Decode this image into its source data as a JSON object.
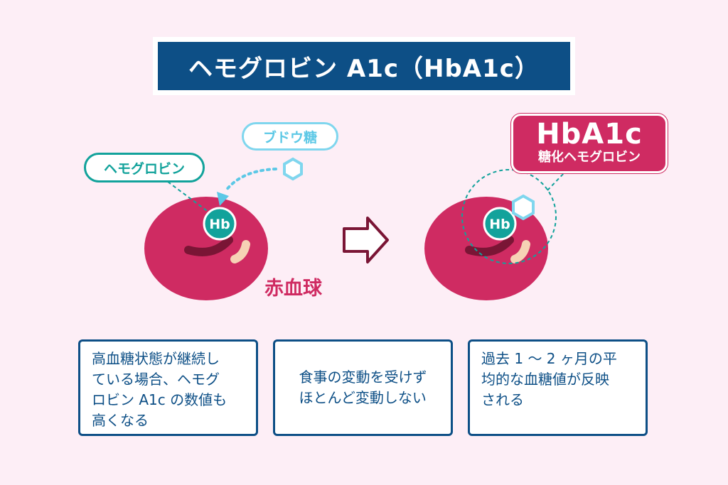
{
  "title": "ヘモグロビン A1c（HbA1c）",
  "labels": {
    "hemoglobin": "ヘモグロビン",
    "glucose": "ブドウ糖",
    "hb_left": "Hb",
    "hb_right": "Hb",
    "red_blood_cell": "赤血球"
  },
  "hba1c": {
    "main": "HbA1c",
    "sub": "糖化ヘモグロビン"
  },
  "boxes": [
    {
      "text": "高血糖状態が継続し\nている場合、ヘモグ\nロビン A1c の数値も\n高くなる"
    },
    {
      "text": "食事の変動を受けず\nほとんど変動しない"
    },
    {
      "text": "過去 1 ～ 2 ヶ月の平\n均的な血糖値が反映\nされる"
    }
  ],
  "colors": {
    "background": "#fdeef6",
    "navy": "#0d4f86",
    "cell_red": "#cf2b62",
    "teal": "#12a29b",
    "light_blue": "#7fd6ee"
  }
}
